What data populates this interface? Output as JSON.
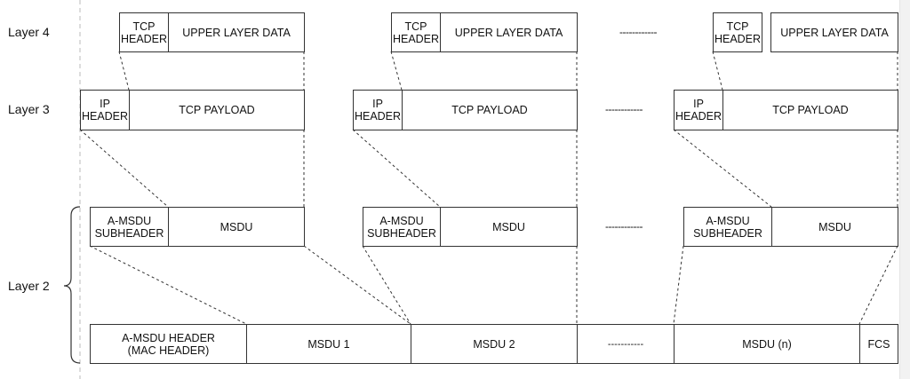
{
  "layers": {
    "layer4": "Layer 4",
    "layer3": "Layer 3",
    "layer2": "Layer 2"
  },
  "ellipsis": "------------",
  "groups": [
    {
      "tcp_header": "TCP\nHEADER",
      "upper_data": "UPPER LAYER DATA",
      "ip_header": "IP\nHEADER",
      "tcp_payload": "TCP PAYLOAD",
      "amsdu_subheader": "A-MSDU\nSUBHEADER",
      "msdu": "MSDU"
    },
    {
      "tcp_header": "TCP\nHEADER",
      "upper_data": "UPPER LAYER DATA",
      "ip_header": "IP\nHEADER",
      "tcp_payload": "TCP PAYLOAD",
      "amsdu_subheader": "A-MSDU\nSUBHEADER",
      "msdu": "MSDU"
    },
    {
      "tcp_header": "TCP\nHEADER",
      "upper_data": "UPPER LAYER DATA",
      "ip_header": "IP\nHEADER",
      "tcp_payload": "TCP PAYLOAD",
      "amsdu_subheader": "A-MSDU\nSUBHEADER",
      "msdu": "MSDU"
    }
  ],
  "frame": {
    "header": "A-MSDU HEADER\n(MAC HEADER)",
    "msdu1": "MSDU 1",
    "msdu2": "MSDU 2",
    "ellipsis": "-----------",
    "msdun": "MSDU (n)",
    "fcs": "FCS"
  }
}
